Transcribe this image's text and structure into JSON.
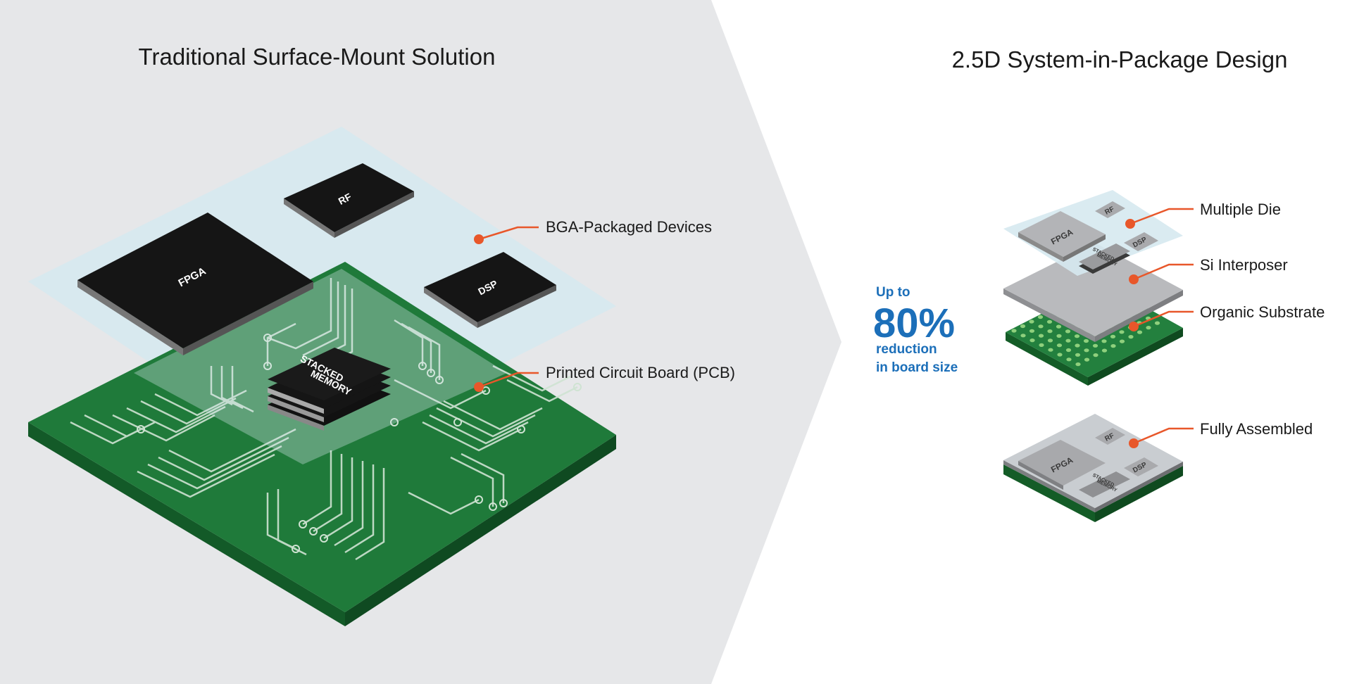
{
  "left_panel": {
    "title": "Traditional Surface-Mount Solution",
    "chips": {
      "fpga": "FPGA",
      "rf": "RF",
      "dsp": "DSP",
      "memory_line1": "STACKED",
      "memory_line2": "MEMORY"
    },
    "callouts": {
      "bga": "BGA-Packaged Devices",
      "pcb": "Printed Circuit Board (PCB)"
    }
  },
  "right_panel": {
    "title": "2.5D System-in-Package Design",
    "stat": {
      "line1": "Up to",
      "value": "80%",
      "line3": "reduction",
      "line4": "in board size"
    },
    "chips": {
      "fpga": "FPGA",
      "rf": "RF",
      "dsp": "DSP",
      "memory_line1": "STACKED",
      "memory_line2": "MEMORY"
    },
    "callouts": {
      "multiple_die": "Multiple Die",
      "interposer": "Si Interposer",
      "substrate": "Organic Substrate",
      "assembled": "Fully Assembled"
    }
  },
  "colors": {
    "left_background": "#e6e7e9",
    "pcb_green": "#1f7a3a",
    "trace_light": "#cfe3d2",
    "chip_black": "#151515",
    "plane_blue": "#d6e9ef",
    "callout_orange": "#e8572a",
    "stat_blue": "#1c6fb9",
    "interposer_gray": "#b9babd"
  },
  "icons": [
    "callout-dot-icon"
  ]
}
